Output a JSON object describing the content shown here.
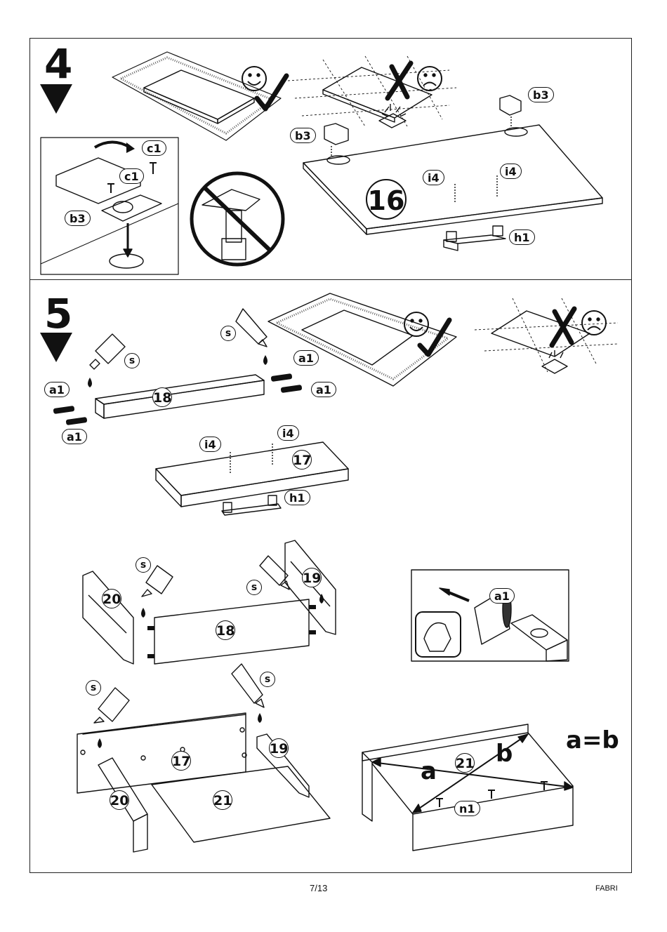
{
  "steps": [
    {
      "number": "4"
    },
    {
      "number": "5"
    }
  ],
  "labels": {
    "c1": "c1",
    "b3": "b3",
    "i4": "i4",
    "h1": "h1",
    "a1": "a1",
    "s": "s",
    "n1": "n1"
  },
  "parts": {
    "p16": "16",
    "p17": "17",
    "p18": "18",
    "p19": "19",
    "p20": "20",
    "p21": "21"
  },
  "diagonal": {
    "a": "a",
    "b": "b",
    "equation": "a=b"
  },
  "footer": {
    "page": "7/13",
    "product": "FABRI"
  },
  "colors": {
    "ink": "#111111",
    "paper": "#ffffff"
  },
  "icons": [
    "smiley-icon",
    "frown-icon",
    "checkmark-icon",
    "cross-icon",
    "no-drill-icon",
    "glue-tube-icon",
    "glue-drop-icon",
    "dowel-icon",
    "screw-icon",
    "rotate-arrow-icon",
    "hand-icon"
  ]
}
